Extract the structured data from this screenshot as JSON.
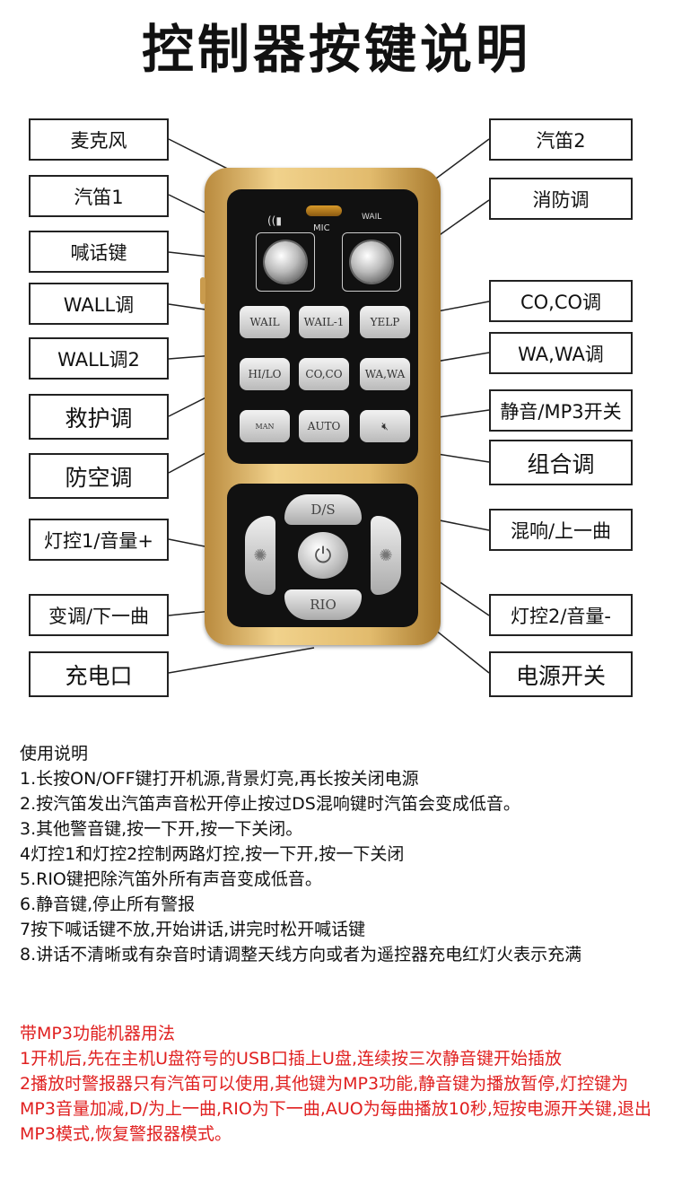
{
  "title": "控制器按键说明",
  "labels": {
    "mic": "麦克风",
    "horn1": "汽笛1",
    "talk": "喊话键",
    "wall": "WALL调",
    "wall2": "WALL调2",
    "ambulance": "救护调",
    "airraid": "防空调",
    "light1": "灯控1/音量+",
    "pitch": "变调/下一曲",
    "charge": "充电口",
    "horn2": "汽笛2",
    "fire": "消防调",
    "coco": "CO,CO调",
    "wawa": "WA,WA调",
    "mute": "静音/MP3开关",
    "combo": "组合调",
    "echo": "混响/上一曲",
    "light2": "灯控2/音量-",
    "power": "电源开关"
  },
  "remote": {
    "mic_text": "MIC",
    "wail_text": "WAIL",
    "buttons": [
      "WAIL",
      "WAIL-1",
      "YELP",
      "HI/LO",
      "CO,CO",
      "WA,WA",
      "MAN",
      "AUTO",
      ""
    ],
    "dpad_top": "D/S",
    "dpad_bottom": "RIO"
  },
  "usage": {
    "heading": "使用说明",
    "items": [
      "1.长按ON/OFF键打开机源,背景灯亮,再长按关闭电源",
      "2.按汽笛发出汽笛声音松开停止按过DS混响键时汽笛会变成低音。",
      "3.其他警音键,按一下开,按一下关闭。",
      "4灯控1和灯控2控制两路灯控,按一下开,按一下关闭",
      "5.RIO键把除汽笛外所有声音变成低音。",
      "6.静音键,停止所有警报",
      "7按下喊话键不放,开始讲话,讲完时松开喊话键",
      "8.讲话不清晰或有杂音时请调整天线方向或者为遥控器充电红灯火表示充满"
    ]
  },
  "mp3": {
    "heading": "带MP3功能机器用法",
    "items": [
      "1开机后,先在主机U盘符号的USB口插上U盘,连续按三次静音键开始插放",
      "2播放时警报器只有汽笛可以使用,其他键为MP3功能,静音键为播放暂停,灯控键为MP3音量加减,D/为上一曲,RIO为下一曲,AUO为每曲播放10秒,短按电源开关键,退出MP3模式,恢复警报器模式。"
    ]
  },
  "colors": {
    "red_text": "#e02020",
    "gold": "#e2bb6d"
  }
}
